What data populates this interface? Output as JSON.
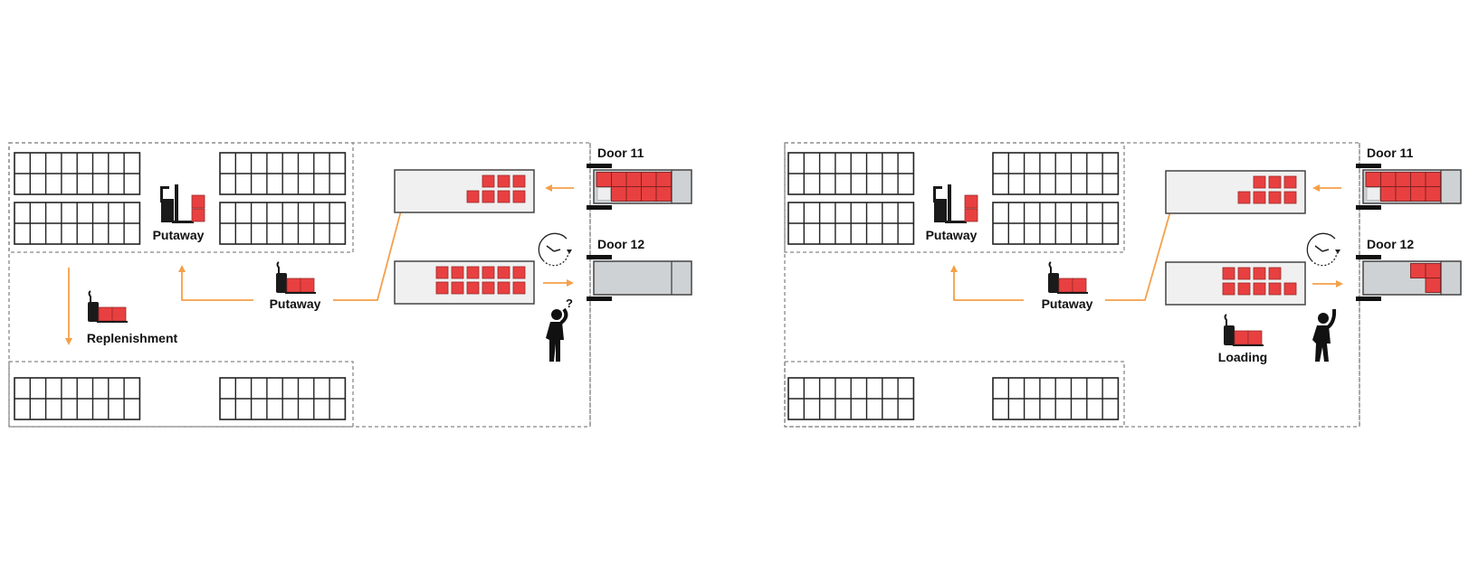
{
  "colors": {
    "accent": "#f5a04a",
    "box": "#e84040",
    "staging_fill": "#f0f0f0",
    "trailer_fill": "#cfd2d5",
    "dashed": "#888888",
    "ink": "#111111"
  },
  "panels": [
    {
      "id": "before",
      "doors": [
        {
          "label": "Door 11",
          "truck_cells": [
            [
              true,
              true,
              true,
              true,
              true
            ],
            [
              false,
              true,
              true,
              true,
              true
            ]
          ]
        },
        {
          "label": "Door 12",
          "truck_cells": [
            [
              false,
              false,
              false,
              false,
              false
            ],
            [
              false,
              false,
              false,
              false,
              false
            ]
          ]
        }
      ],
      "staging": [
        {
          "rows": [
            [
              false,
              false,
              false,
              true,
              true,
              true
            ],
            [
              false,
              false,
              true,
              true,
              true,
              true
            ]
          ]
        },
        {
          "rows": [
            [
              true,
              true,
              true,
              true,
              true,
              true
            ],
            [
              true,
              true,
              true,
              true,
              true,
              true
            ]
          ]
        }
      ],
      "labels": {
        "reach_putaway": "Putaway",
        "pallet_putaway": "Putaway",
        "replenishment": "Replenishment",
        "question_mark": "?"
      },
      "icons": [
        "reach-truck-icon",
        "pallet-jack-icon",
        "clock-icon",
        "confused-worker-icon"
      ]
    },
    {
      "id": "after",
      "doors": [
        {
          "label": "Door 11",
          "truck_cells": [
            [
              true,
              true,
              true,
              true,
              true
            ],
            [
              false,
              true,
              true,
              true,
              true
            ]
          ]
        },
        {
          "label": "Door 12",
          "truck_cells": [
            [
              false,
              false,
              false,
              true,
              true
            ],
            [
              false,
              false,
              false,
              false,
              true
            ]
          ]
        }
      ],
      "staging": [
        {
          "rows": [
            [
              false,
              false,
              false,
              true,
              true,
              true
            ],
            [
              false,
              false,
              true,
              true,
              true,
              true
            ]
          ]
        },
        {
          "rows": [
            [
              true,
              true,
              true,
              true,
              false
            ],
            [
              true,
              true,
              true,
              true,
              true
            ]
          ]
        }
      ],
      "labels": {
        "reach_putaway": "Putaway",
        "pallet_putaway": "Putaway",
        "loading": "Loading"
      },
      "icons": [
        "reach-truck-icon",
        "pallet-jack-icon",
        "clock-icon",
        "waving-worker-icon"
      ]
    }
  ],
  "rack": {
    "columns": 8,
    "rows": 2
  }
}
